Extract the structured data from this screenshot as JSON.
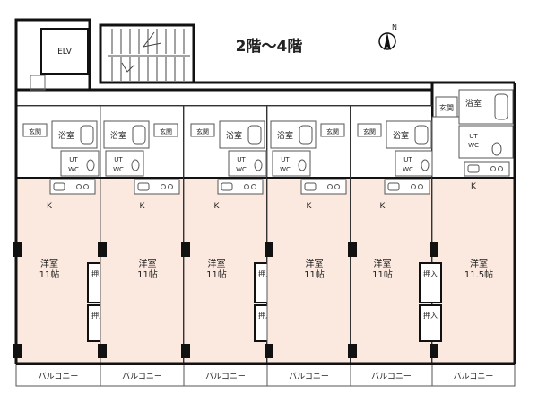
{
  "title": "2階～4階",
  "compass": "N",
  "elevator": "ELV",
  "colors": {
    "room": "#fbe9df",
    "wall": "#111111",
    "line": "#555555",
    "wet": "#ffffff"
  },
  "units": [
    {
      "room_label": "洋室",
      "size": "11帖"
    },
    {
      "room_label": "洋室",
      "size": "11帖"
    },
    {
      "room_label": "洋室",
      "size": "11帖"
    },
    {
      "room_label": "洋室",
      "size": "11帖"
    },
    {
      "room_label": "洋室",
      "size": "11帖"
    },
    {
      "room_label": "洋室",
      "size": "11.5帖"
    }
  ],
  "labels": {
    "bath": "浴室",
    "entrance": "玄関",
    "ut": "UT",
    "wc": "WC",
    "kitchen": "K",
    "closet": "押入",
    "balcony": "バルコニー"
  }
}
